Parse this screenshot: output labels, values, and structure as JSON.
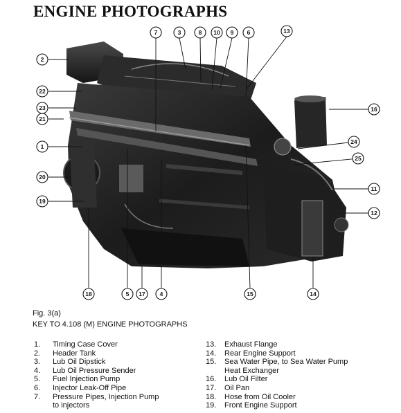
{
  "header": {
    "title": "ENGINE PHOTOGRAPHS"
  },
  "figure": {
    "label": "Fig. 3(a)",
    "key_title": "KEY TO 4.108 (M) ENGINE PHOTOGRAPHS",
    "callouts": [
      "1",
      "2",
      "3",
      "4",
      "5",
      "6",
      "7",
      "8",
      "9",
      "10",
      "11",
      "12",
      "13",
      "14",
      "15",
      "16",
      "17",
      "18",
      "19",
      "20",
      "21",
      "22",
      "23",
      "24",
      "25"
    ]
  },
  "key": {
    "left": [
      {
        "n": "1.",
        "text": "Timing Case Cover"
      },
      {
        "n": "2.",
        "text": "Header Tank"
      },
      {
        "n": "3.",
        "text": "Lub Oil Dipstick"
      },
      {
        "n": "4.",
        "text": "Lub Oil Pressure Sender"
      },
      {
        "n": "5.",
        "text": "Fuel Injection Pump"
      },
      {
        "n": "6.",
        "text": "Injector Leak-Off Pipe"
      },
      {
        "n": "7.",
        "text": "Pressure Pipes, Injection Pump"
      },
      {
        "n": "",
        "text": "to injectors"
      }
    ],
    "right": [
      {
        "n": "13.",
        "text": "Exhaust Flange"
      },
      {
        "n": "14.",
        "text": "Rear Engine Support"
      },
      {
        "n": "15.",
        "text": "Sea Water Pipe, to Sea Water Pump"
      },
      {
        "n": "",
        "text": "Heat Exchanger"
      },
      {
        "n": "16.",
        "text": "Lub Oil Filter"
      },
      {
        "n": "17.",
        "text": "Oil Pan"
      },
      {
        "n": "18.",
        "text": "Hose from Oil Cooler"
      },
      {
        "n": "19.",
        "text": "Front Engine Support"
      }
    ]
  }
}
